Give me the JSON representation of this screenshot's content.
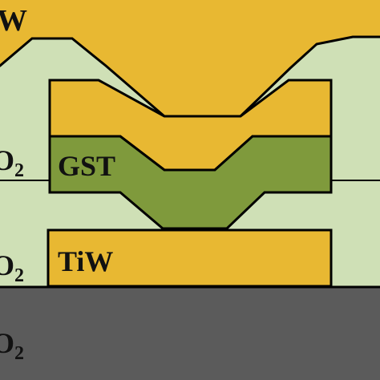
{
  "colors": {
    "tiw": "#e8b832",
    "gst": "#7f9a3c",
    "sio2": "#cfe0b6",
    "substrate": "#5b5b5b",
    "outline": "#000000"
  },
  "layers": {
    "top_electrode": {
      "text": "W"
    },
    "upper_oxide": {
      "main": "O",
      "sub": "2"
    },
    "phase_change": {
      "text": "GST"
    },
    "lower_oxide": {
      "main": "O",
      "sub": "2"
    },
    "bottom_electrode": {
      "text": "TiW"
    },
    "substrate_oxide": {
      "main": "O",
      "sub": "2"
    }
  }
}
